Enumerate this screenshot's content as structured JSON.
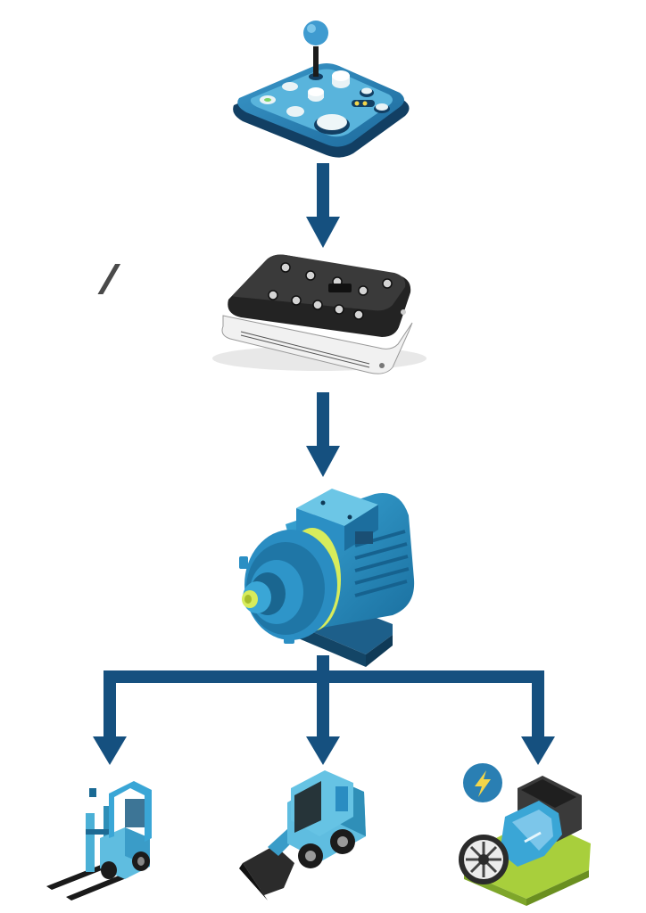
{
  "diagram": {
    "nodes": [
      {
        "id": "joystick-controller",
        "icon": "joystick-control-panel-icon"
      },
      {
        "id": "motor-controller",
        "icon": "motor-controller-box-icon"
      },
      {
        "id": "electric-motor",
        "icon": "electric-motor-icon"
      },
      {
        "id": "forklift",
        "icon": "forklift-icon"
      },
      {
        "id": "skid-steer-loader",
        "icon": "skid-steer-loader-icon"
      },
      {
        "id": "hydro-generator",
        "icon": "hydro-power-generator-icon"
      }
    ],
    "edges": [
      {
        "from": "joystick-controller",
        "to": "motor-controller"
      },
      {
        "from": "motor-controller",
        "to": "electric-motor"
      },
      {
        "from": "electric-motor",
        "to": "forklift"
      },
      {
        "from": "electric-motor",
        "to": "skid-steer-loader"
      },
      {
        "from": "electric-motor",
        "to": "hydro-generator"
      }
    ],
    "colors": {
      "arrow": "#15507f",
      "panel": "#2a7fb3",
      "panel_dark": "#123f63",
      "light_blue": "#5fb7d9",
      "motor_body": "#2b8fc4",
      "accent_green": "#d7ec5c",
      "controller": "#1f1f1f",
      "grass": "#a8cf3c"
    }
  }
}
